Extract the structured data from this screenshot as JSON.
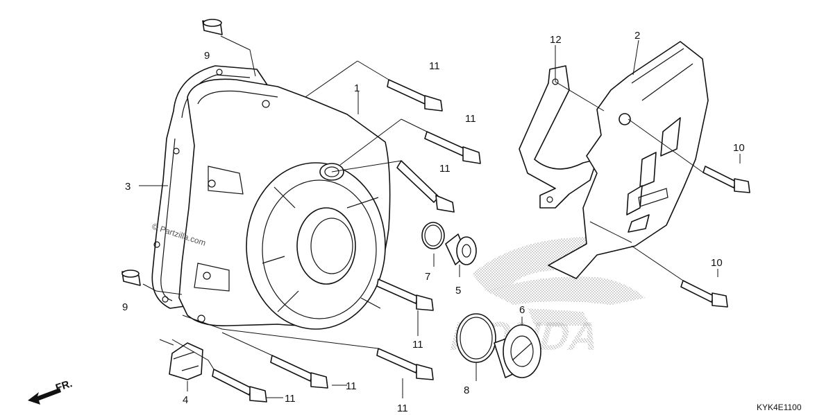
{
  "diagram": {
    "watermark": "© Partzilla.com",
    "direction_marker": "FR.",
    "diagram_code": "KYK4E1100",
    "brand_logo_text": "HONDA",
    "callouts": {
      "c1": "1",
      "c2": "2",
      "c3": "3",
      "c4": "4",
      "c5": "5",
      "c6": "6",
      "c7": "7",
      "c8": "8",
      "c9a": "9",
      "c9b": "9",
      "c10a": "10",
      "c10b": "10",
      "c11a": "11",
      "c11b": "11",
      "c11c": "11",
      "c11d": "11",
      "c11e": "11",
      "c11f": "11",
      "c11g": "11",
      "c12": "12"
    }
  }
}
